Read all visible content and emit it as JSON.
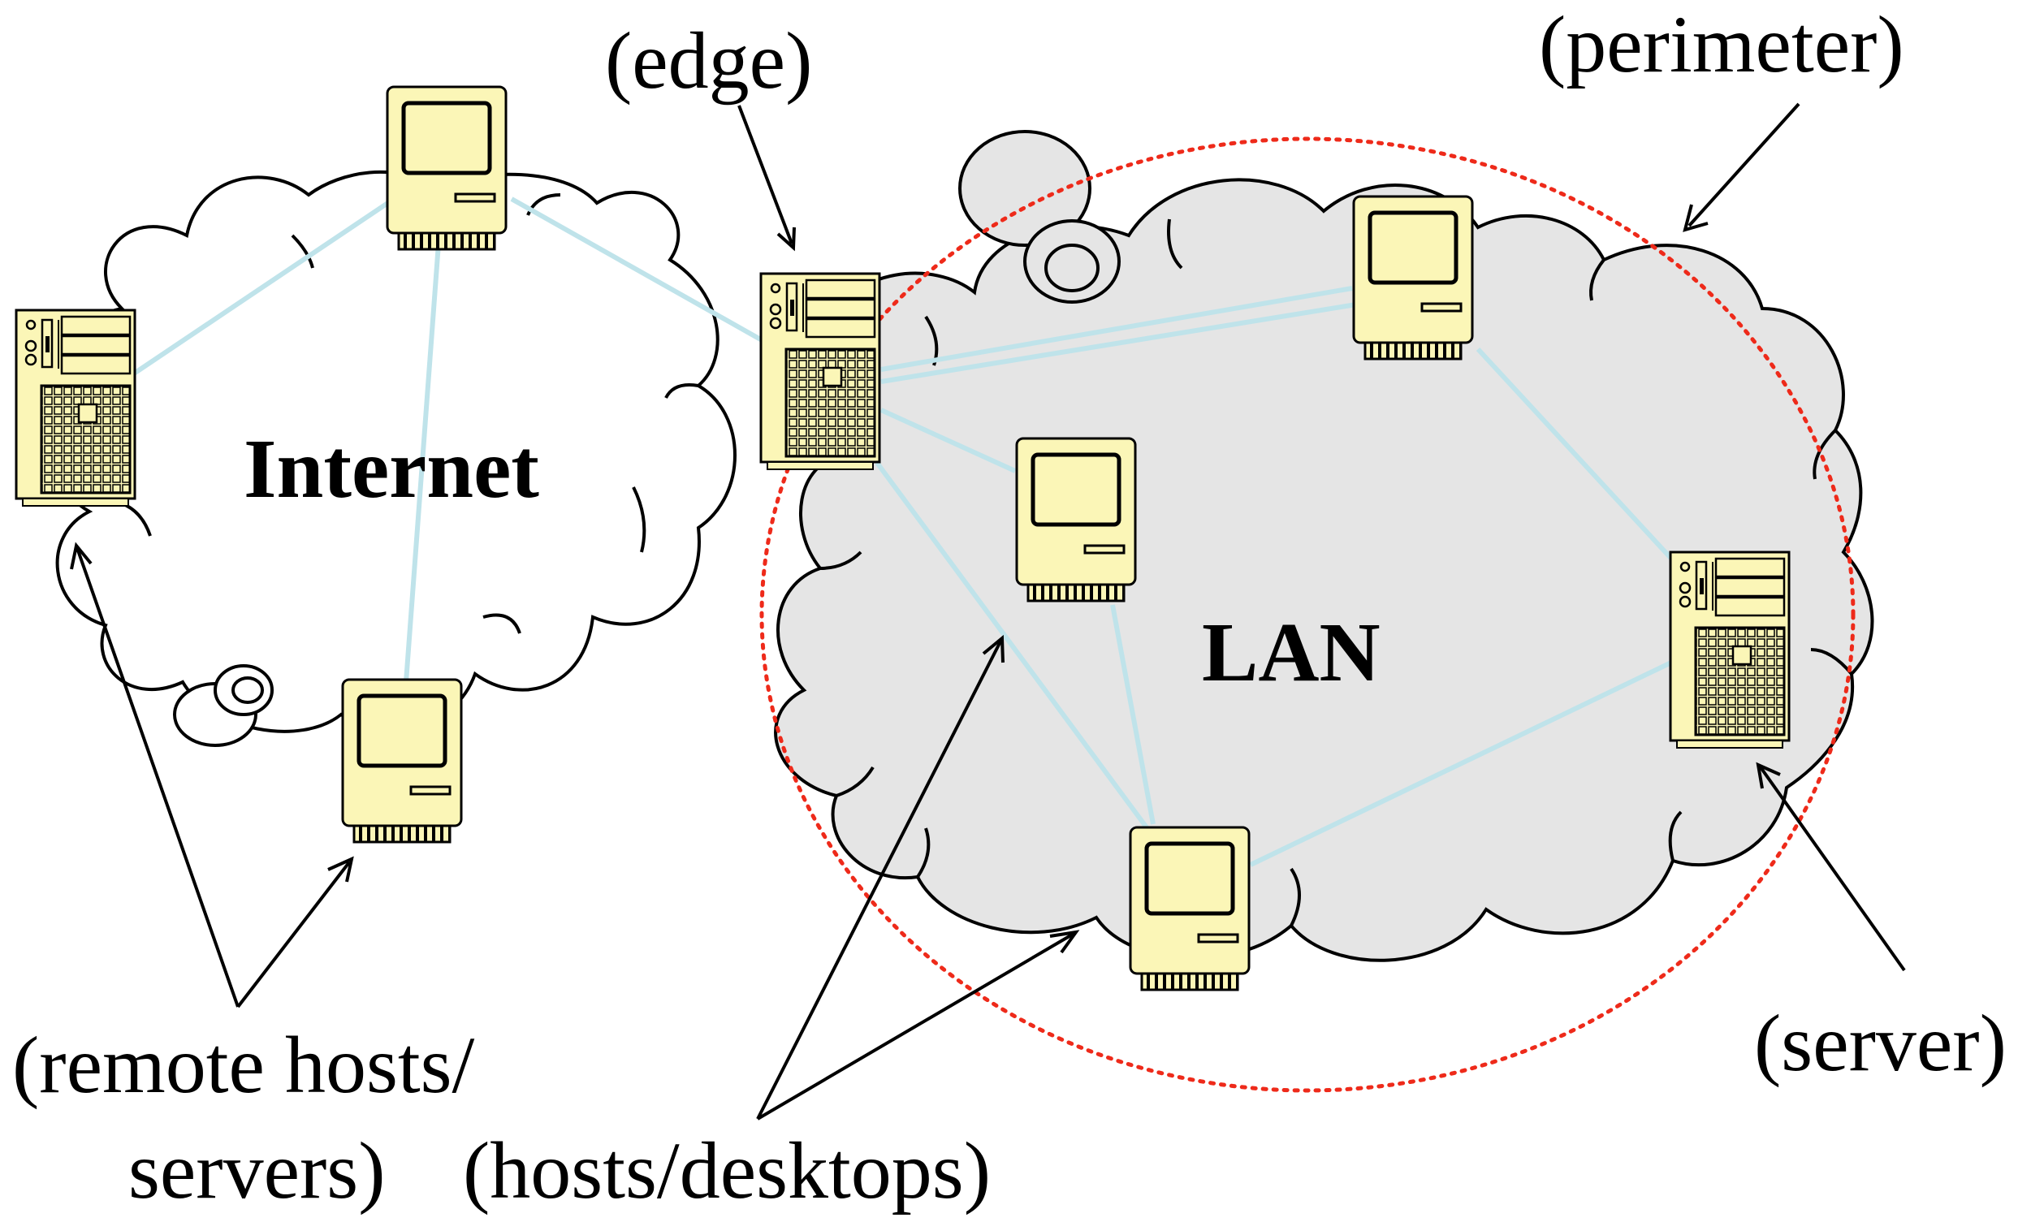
{
  "diagram": {
    "clouds": [
      {
        "id": "internet",
        "label": "Internet",
        "fill": "#ffffff"
      },
      {
        "id": "lan",
        "label": "LAN",
        "fill": "#e5e5e5"
      }
    ],
    "labels": {
      "edge": "(edge)",
      "perimeter": "(perimeter)",
      "server": "(server)",
      "remote_line1": "(remote hosts/",
      "remote_line2": "servers)",
      "hosts": "(hosts/desktops)"
    },
    "colors": {
      "link": "#bfe3ea",
      "perimeter": "#ee2a1a",
      "device_fill": "#fbf6b7",
      "outline": "#000000",
      "lan_fill": "#e5e5e5"
    },
    "icons": {
      "desktop": "desktop-computer-icon",
      "server": "tower-server-icon"
    }
  }
}
